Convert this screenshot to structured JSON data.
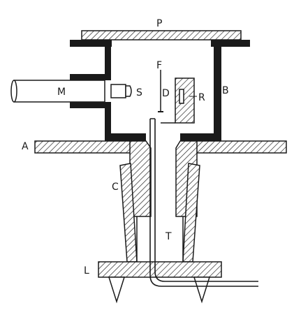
{
  "labels": {
    "P": "P",
    "F": "F",
    "B": "B",
    "M": "M",
    "S": "S",
    "D": "D",
    "R": "R",
    "A": "A",
    "C": "C",
    "T": "T",
    "L": "L"
  },
  "colors": {
    "ink": "#1a1a1a",
    "paper": "#ffffff"
  }
}
